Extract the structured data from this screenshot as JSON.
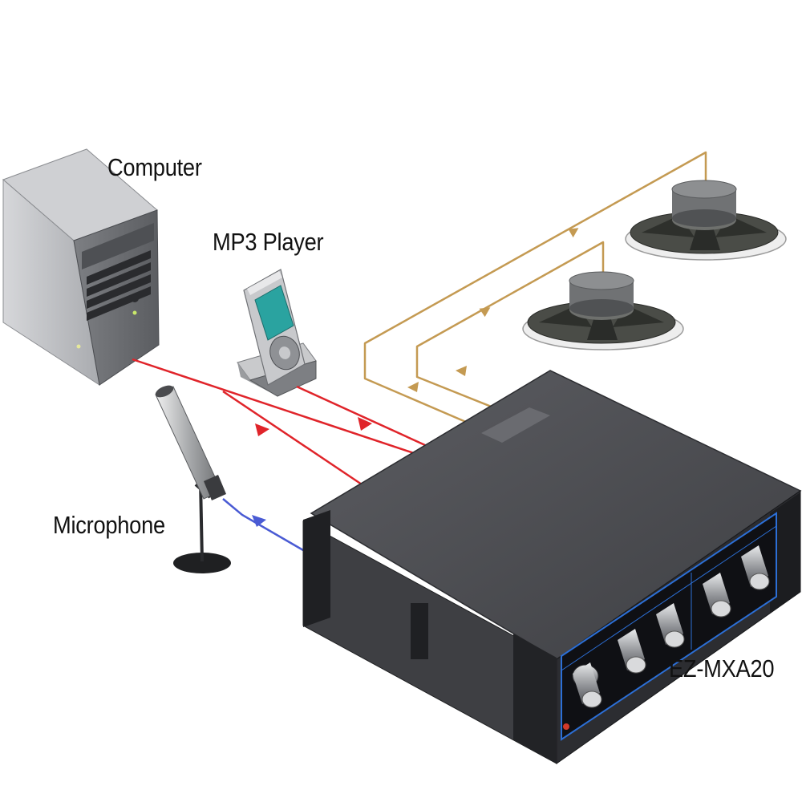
{
  "labels": {
    "computer": "Computer",
    "mp3_player": "MP3 Player",
    "microphone": "Microphone",
    "device": "EZ-MXA20"
  },
  "colors": {
    "line_input": "#e0242a",
    "line_mic": "#4a5bd4",
    "line_speaker": "#c49a52",
    "device_body": "#4a4b4f",
    "device_front": "#2c2d31",
    "panel_accent": "#2c6fd6",
    "computer_case": "#9ea0a4",
    "mp3_screen": "#2aa3a0"
  },
  "icons": [
    "computer-tower-icon",
    "mp3-player-icon",
    "microphone-icon",
    "speaker-icon",
    "mixer-amplifier-icon"
  ],
  "connections": [
    {
      "from": "computer",
      "to": "device",
      "type": "line-input"
    },
    {
      "from": "mp3_player",
      "to": "device",
      "type": "line-input"
    },
    {
      "from": "microphone",
      "to": "device",
      "type": "mic-input"
    },
    {
      "from": "device",
      "to": "speaker_1",
      "type": "speaker-output"
    },
    {
      "from": "device",
      "to": "speaker_2",
      "type": "speaker-output"
    }
  ]
}
